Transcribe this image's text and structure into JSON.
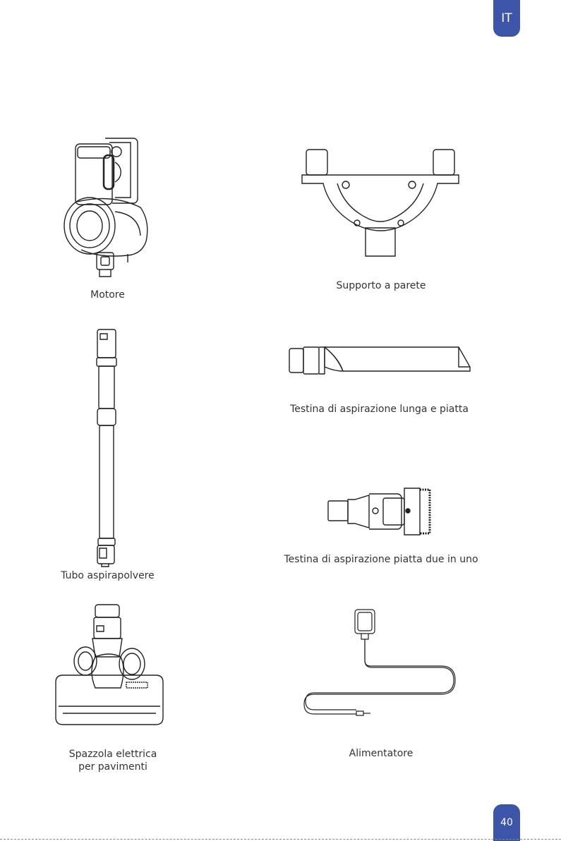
{
  "header": {
    "language_tab": "IT"
  },
  "footer": {
    "page_number": "40"
  },
  "components": [
    {
      "label": "Motore",
      "icon": "motor-unit-icon"
    },
    {
      "label": "Supporto a parete",
      "icon": "wall-mount-icon"
    },
    {
      "label": "Tubo aspirapolvere",
      "icon": "extension-tube-icon"
    },
    {
      "label": "Testina di aspirazione lunga e piatta",
      "icon": "crevice-tool-icon"
    },
    {
      "label": "Testina di aspirazione piatta due in uno",
      "icon": "two-in-one-brush-icon"
    },
    {
      "label_lines": [
        "Spazzola elettrica",
        "per pavimenti"
      ],
      "icon": "floor-brush-icon"
    },
    {
      "label": "Alimentatore",
      "icon": "power-adapter-icon"
    }
  ]
}
